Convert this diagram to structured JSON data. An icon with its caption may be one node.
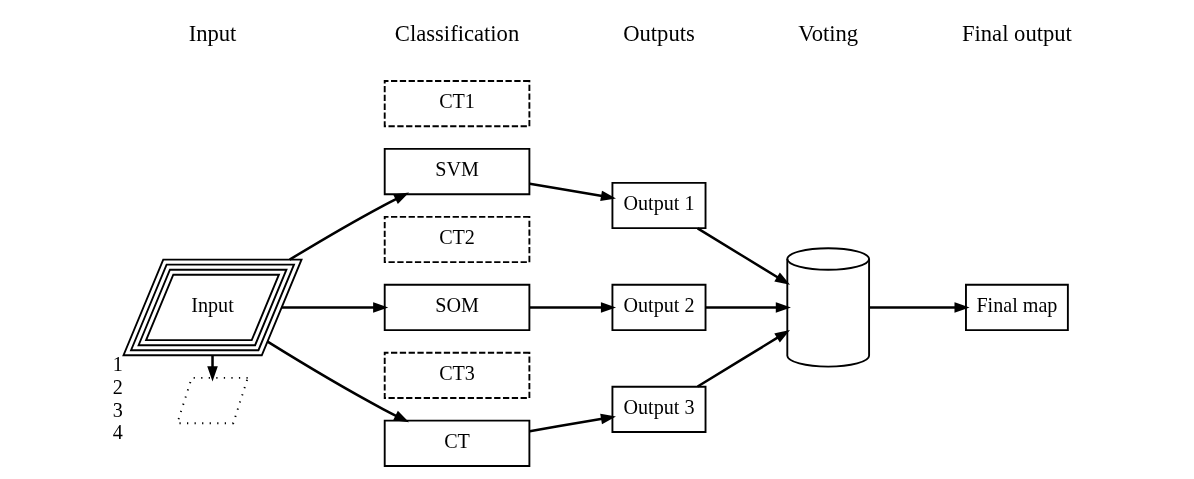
{
  "diagram": {
    "nodes": [
      {
        "text": [
          "Input"
        ],
        "beside": [
          "1",
          "2",
          "3",
          "4"
        ]
      },
      {
        "text": [],
        "shape": "parallelogram"
      },
      {
        "text": [
          "CT1"
        ]
      },
      {
        "text": [
          "SVM"
        ]
      },
      {
        "text": [
          "CT2"
        ]
      },
      {
        "text": [
          "SOM"
        ]
      },
      {
        "text": [
          "CT3"
        ]
      },
      {
        "text": [
          "CT"
        ]
      },
      {
        "text": [
          "Output 1"
        ]
      },
      {
        "text": [
          "Output 2"
        ]
      },
      {
        "text": [
          "Output 3"
        ]
      },
      {
        "text": [],
        "shape": "cylinder"
      },
      {
        "text": [
          "Final map"
        ]
      }
    ],
    "edges": [
      {
        "from": 0,
        "to": 1,
        "arrow": "to"
      },
      {
        "from": 0,
        "to": 3,
        "arrow": "to"
      },
      {
        "from": 0,
        "to": 5,
        "arrow": "to"
      },
      {
        "from": 0,
        "to": 7,
        "arrow": "to"
      },
      {
        "from": 3,
        "to": 8,
        "arrow": "to"
      },
      {
        "from": 5,
        "to": 9,
        "arrow": "to"
      },
      {
        "from": 7,
        "to": 10,
        "arrow": "to"
      },
      {
        "from": 8,
        "to": 11,
        "arrow": "to"
      },
      {
        "from": 9,
        "to": 11,
        "arrow": "to"
      },
      {
        "from": 10,
        "to": 11,
        "arrow": "to"
      },
      {
        "from": 11,
        "to": 12,
        "arrow": "to"
      }
    ],
    "labels": [
      "Input",
      "Classification",
      "Outputs",
      "Voting",
      "Final output"
    ]
  }
}
